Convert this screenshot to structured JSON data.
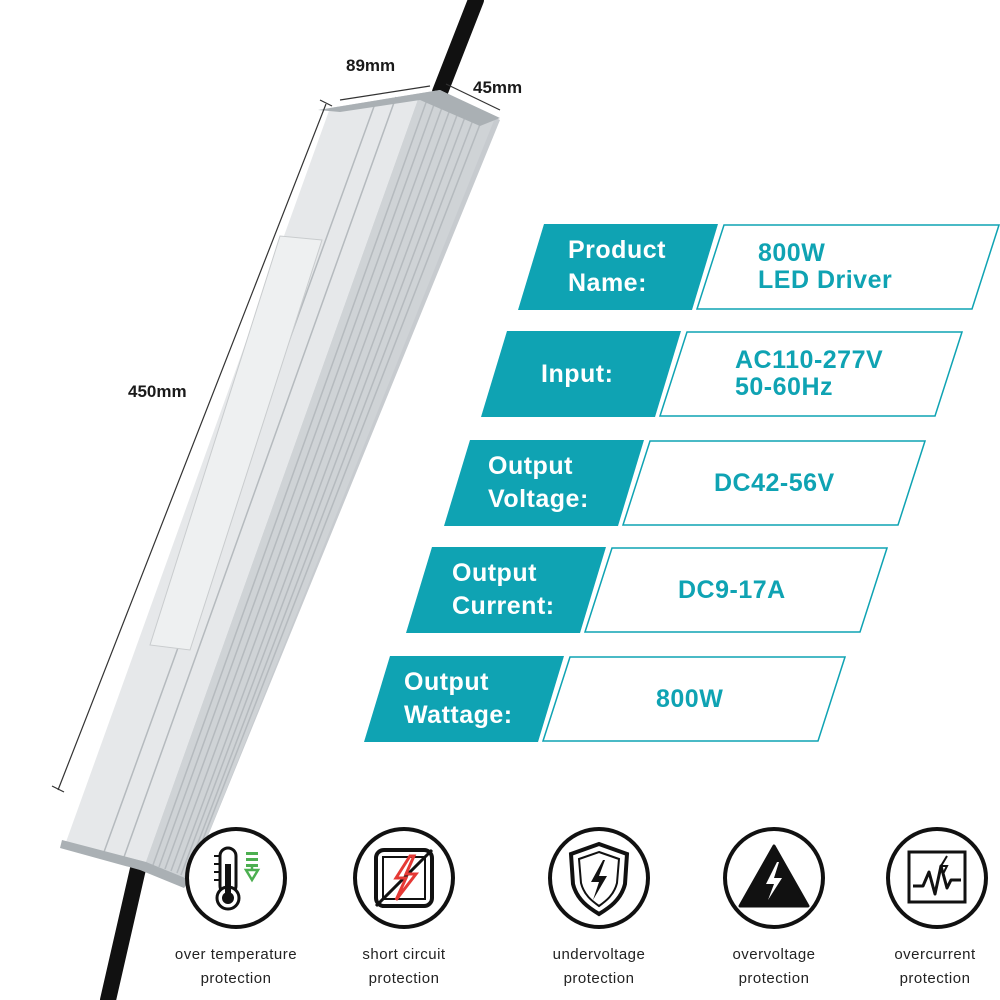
{
  "dimensions": {
    "width_label": "89mm",
    "depth_label": "45mm",
    "length_label": "450mm"
  },
  "specs": [
    {
      "label": "Product\nName:",
      "value": "800W\nLED Driver"
    },
    {
      "label": "Input:",
      "value": "AC110-277V\n50-60Hz"
    },
    {
      "label": "Output\nVoltage:",
      "value": "DC42-56V"
    },
    {
      "label": "Output\nCurrent:",
      "value": "DC9-17A"
    },
    {
      "label": "Output\nWattage:",
      "value": "800W"
    }
  ],
  "protections": [
    {
      "icon": "thermometer-icon",
      "text": "over temperature\nprotection"
    },
    {
      "icon": "short-circuit-icon",
      "text": "short circuit\nprotection"
    },
    {
      "icon": "shield-lightning-icon",
      "text": "undervoltage\nprotection"
    },
    {
      "icon": "warning-lightning-icon",
      "text": "overvoltage\nprotection"
    },
    {
      "icon": "current-wave-icon",
      "text": "overcurrent\nprotection"
    }
  ],
  "colors": {
    "accent": "#0fa3b3",
    "text_dark": "#1a1a1a",
    "housing": "#d9dcdf"
  }
}
